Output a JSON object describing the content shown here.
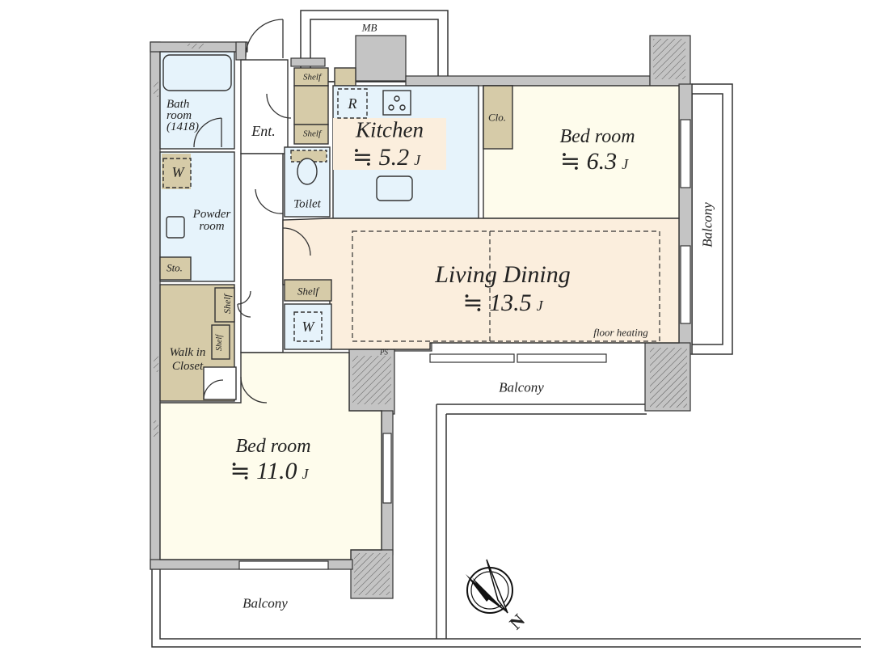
{
  "plan": {
    "type": "apartment floor plan",
    "colors": {
      "wall": "#c4c4c4",
      "wall_outline": "#333333",
      "wet_area": "#e6f3fb",
      "living_area": "#fbeedd",
      "bedroom": "#fefcec",
      "storage": "#d6cba8",
      "corridor": "#ffffff"
    },
    "rooms": {
      "kitchen": {
        "name": "Kitchen",
        "area": "≒ 5.2",
        "unit": "J"
      },
      "bedroom_small": {
        "name": "Bed room",
        "area": "≒ 6.3",
        "unit": "J"
      },
      "living_dining": {
        "name": "Living Dining",
        "area": "≒ 13.5",
        "unit": "J",
        "note": "floor heating"
      },
      "bedroom_large": {
        "name": "Bed room",
        "area": "≒ 11.0",
        "unit": "J"
      },
      "bathroom": {
        "line1": "Bath",
        "line2": "room",
        "line3": "(1418)"
      },
      "powder_room": {
        "line1": "Powder",
        "line2": "room"
      },
      "walk_in_closet": {
        "line1": "Walk in",
        "line2": "Closet"
      },
      "toilet": {
        "name": "Toilet"
      },
      "entrance": {
        "name": "Ent."
      }
    },
    "small_labels": {
      "mb": "MB",
      "ps": "PS",
      "refrigerator": "R",
      "closet": "Clo.",
      "storage": "Sto.",
      "washer_1": "W",
      "washer_2": "W",
      "shelf_1": "Shelf",
      "shelf_2": "Shelf",
      "shelf_3": "Shelf",
      "shelf_4": "Shelf",
      "shelf_5": "Shelf"
    },
    "balconies": {
      "east": "Balcony",
      "south": "Balcony",
      "west": "Balcony"
    },
    "compass": {
      "label": "N"
    }
  }
}
